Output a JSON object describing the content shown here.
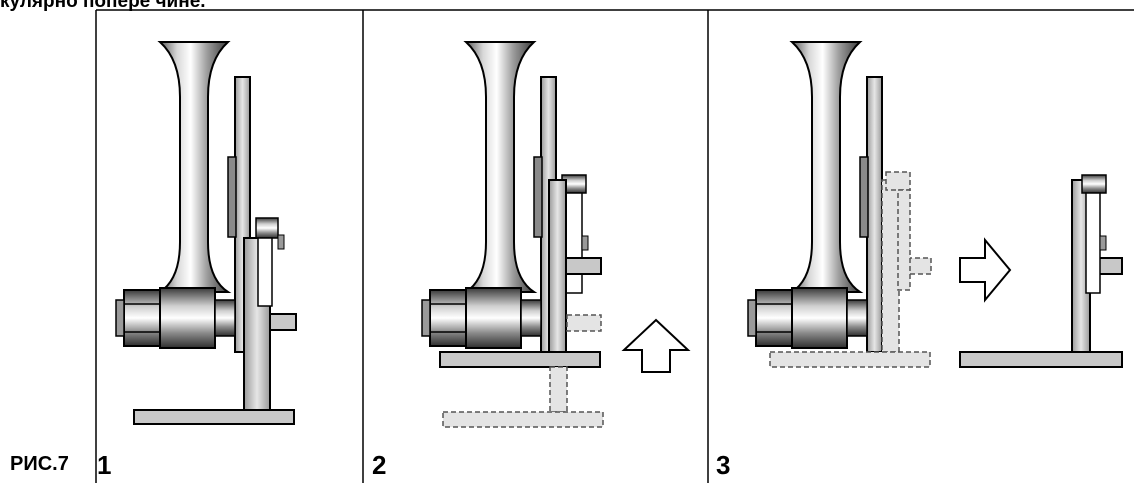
{
  "header": {
    "text": "кулярно попере чине."
  },
  "figure": {
    "label": "РИС.7"
  },
  "panels": [
    {
      "number": "1"
    },
    {
      "number": "2"
    },
    {
      "number": "3"
    }
  ],
  "colors": {
    "metal": "#c8c8c8",
    "ghost": "#e4e4e4",
    "outline": "#000000"
  },
  "icons": [
    "arrow-up-icon",
    "arrow-right-icon"
  ]
}
